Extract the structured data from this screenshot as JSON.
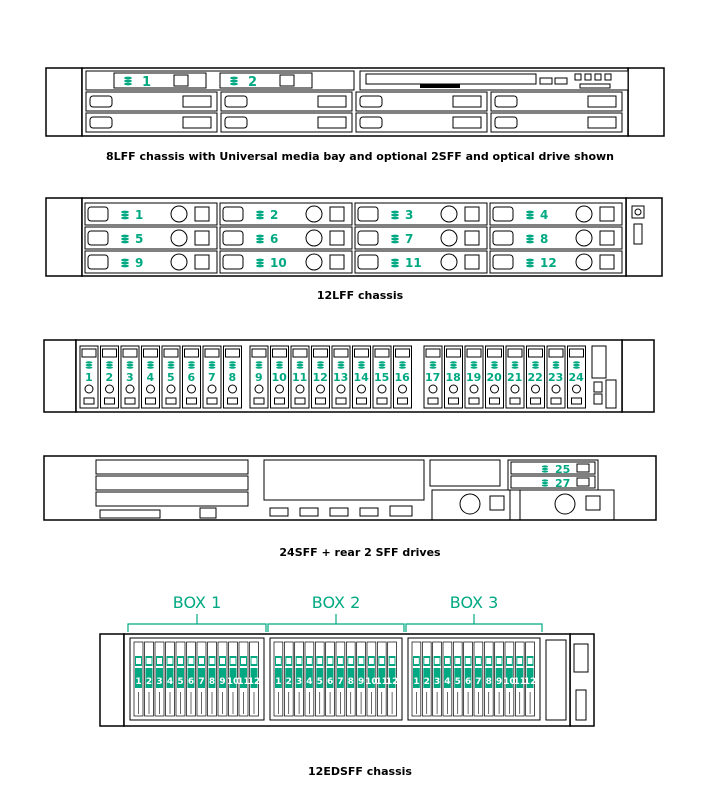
{
  "captions": {
    "c8lff": "8LFF chassis with Universal media bay and optional 2SFF and optical drive shown",
    "c12lff": "12LFF chassis",
    "c24sff": "24SFF + rear 2 SFF drives",
    "c12edsff": "12EDSFF chassis"
  },
  "lff8": {
    "drives": [
      "1",
      "2"
    ]
  },
  "lff12": {
    "drives": [
      "1",
      "2",
      "3",
      "4",
      "5",
      "6",
      "7",
      "8",
      "9",
      "10",
      "11",
      "12"
    ]
  },
  "sff24": {
    "drives": [
      "1",
      "2",
      "3",
      "4",
      "5",
      "6",
      "7",
      "8",
      "9",
      "10",
      "11",
      "12",
      "13",
      "14",
      "15",
      "16",
      "17",
      "18",
      "19",
      "20",
      "21",
      "22",
      "23",
      "24"
    ]
  },
  "rear": {
    "drives": [
      "25",
      "27"
    ]
  },
  "edsff": {
    "boxes": [
      "BOX 1",
      "BOX 2",
      "BOX 3"
    ],
    "drives": [
      "1",
      "2",
      "3",
      "4",
      "5",
      "6",
      "7",
      "8",
      "9",
      "10",
      "11",
      "12"
    ]
  },
  "colors": {
    "accent": "#01a982",
    "line": "#000000"
  },
  "icons": {
    "drive": "drive-stack-icon"
  }
}
